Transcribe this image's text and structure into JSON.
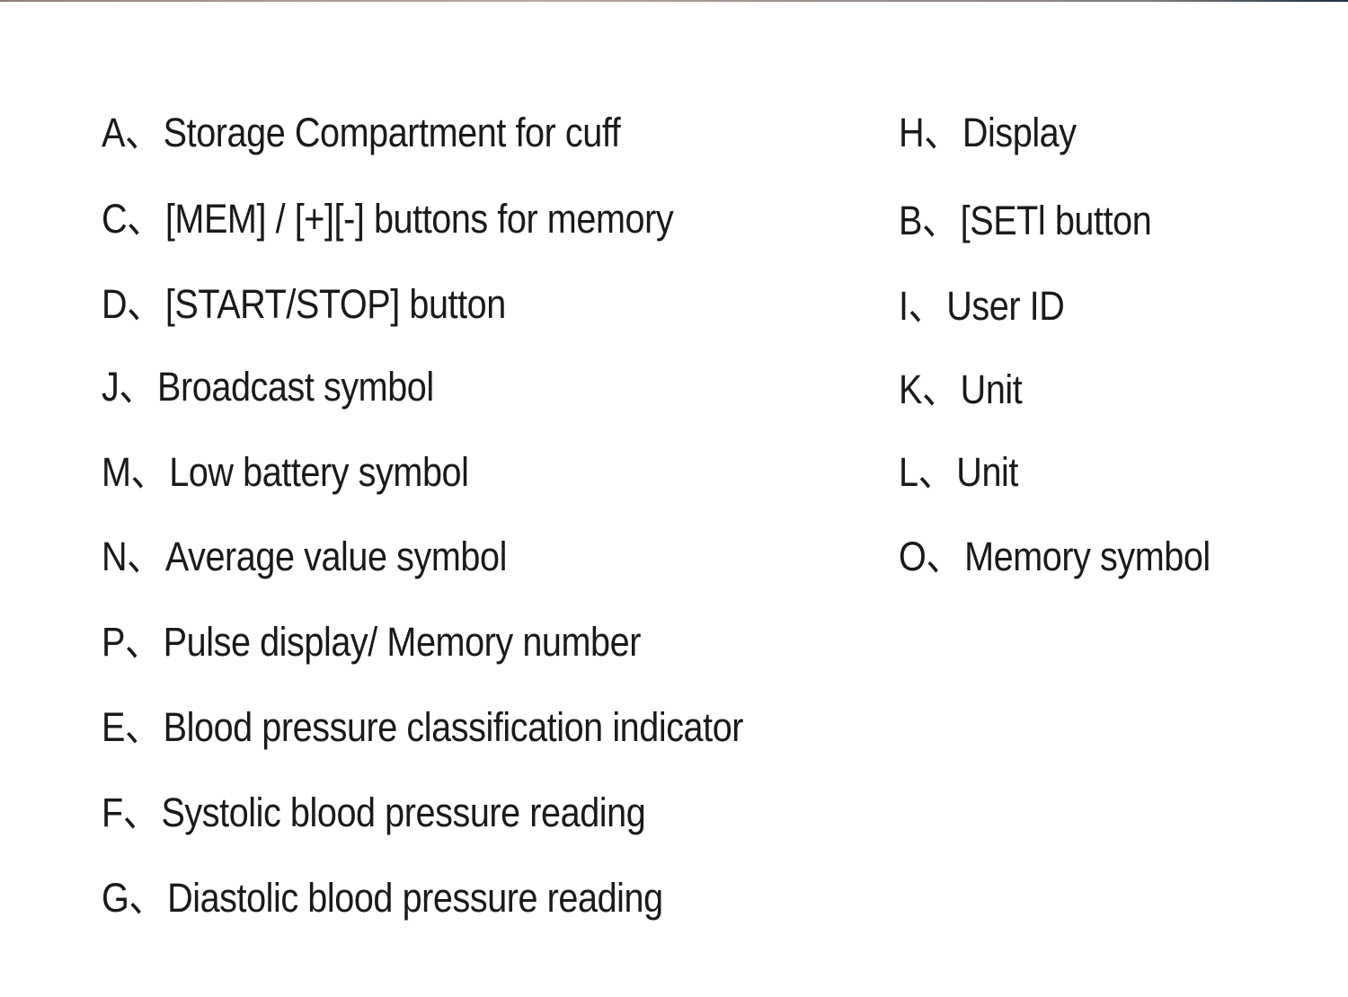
{
  "legend": {
    "left": [
      {
        "letter": "A",
        "sep": "、",
        "text": "Storage Compartment for cuff"
      },
      {
        "letter": "C",
        "sep": "、",
        "text": "[MEM] / [+][-] buttons for memory"
      },
      {
        "letter": "D",
        "sep": "、",
        "text": "[START/STOP] button"
      },
      {
        "letter": "J",
        "sep": "、",
        "text": "Broadcast symbol"
      },
      {
        "letter": "M",
        "sep": "、",
        "text": "Low battery symbol"
      },
      {
        "letter": "N",
        "sep": "、",
        "text": "Average value symbol"
      },
      {
        "letter": "P",
        "sep": "、",
        "text": "Pulse display/ Memory number"
      },
      {
        "letter": "E",
        "sep": "、",
        "text": "Blood pressure classification indicator"
      },
      {
        "letter": "F",
        "sep": "、",
        "text": "Systolic blood pressure reading"
      },
      {
        "letter": "G",
        "sep": "、",
        "text": "Diastolic blood pressure reading"
      }
    ],
    "right": [
      {
        "letter": "H",
        "sep": "、",
        "text": "Display"
      },
      {
        "letter": "B",
        "sep": "、",
        "text": "[SETl button"
      },
      {
        "letter": "I",
        "sep": "、",
        "text": "User ID"
      },
      {
        "letter": "K",
        "sep": "、",
        "text": "Unit"
      },
      {
        "letter": "L",
        "sep": "、",
        "text": "Unit"
      },
      {
        "letter": "O",
        "sep": "、",
        "text": "Memory symbol"
      }
    ]
  }
}
